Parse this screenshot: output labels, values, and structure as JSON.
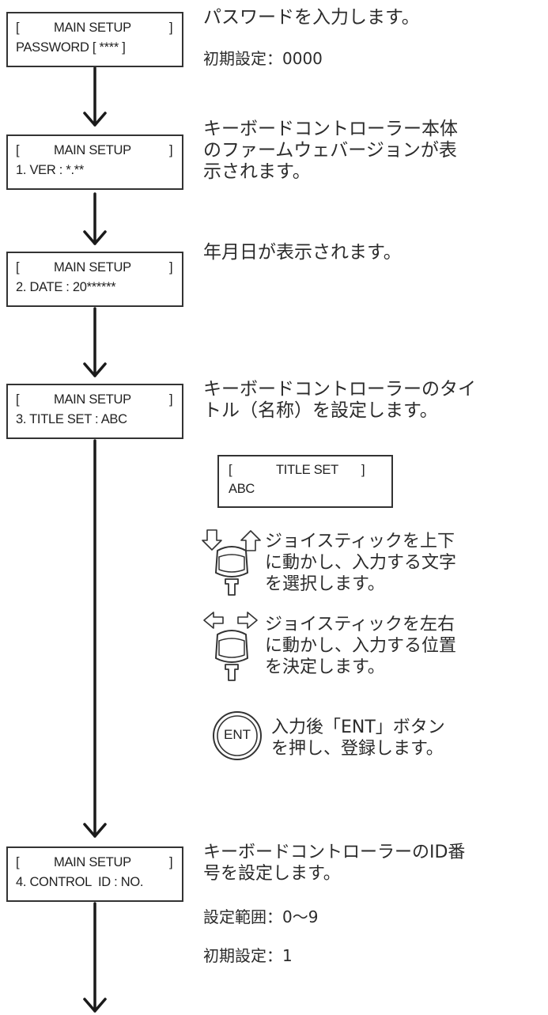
{
  "steps": [
    {
      "lcd": {
        "bracket_open": "[",
        "title": "MAIN SETUP",
        "bracket_close": "]",
        "line2": "PASSWORD [ **** ]"
      },
      "desc": "パスワードを入力します。",
      "note1": "初期設定：0000"
    },
    {
      "lcd": {
        "bracket_open": "[",
        "title": "MAIN SETUP",
        "bracket_close": "]",
        "line2": "1. VER : *.**"
      },
      "desc": "キーボードコントローラー本体\nのファームウェバージョンが表\n示されます。"
    },
    {
      "lcd": {
        "bracket_open": "[",
        "title": "MAIN SETUP",
        "bracket_close": "]",
        "line2": "2. DATE : 20******"
      },
      "desc": "年月日が表示されます。"
    },
    {
      "lcd": {
        "bracket_open": "[",
        "title": "MAIN SETUP",
        "bracket_close": "]",
        "line2": "3. TITLE SET : ABC"
      },
      "desc": "キーボードコントローラーのタイ\nトル（名称）を設定します。"
    },
    {
      "lcd": {
        "bracket_open": "[",
        "title": "MAIN SETUP",
        "bracket_close": "]",
        "line2": "4. CONTROL  ID : NO."
      },
      "desc": "キーボードコントローラーのID番\n号を設定します。",
      "note1": "設定範囲：0〜9",
      "note2": "初期設定：1"
    }
  ],
  "title_set": {
    "lcd": {
      "bracket_open": "[",
      "title": "TITLE SET",
      "bracket_close": "]",
      "line2": "ABC"
    },
    "joystick_updown": "ジョイスティックを上下\nに動かし、入力する文字\nを選択します。",
    "joystick_leftright": "ジョイスティックを左右\nに動かし、入力する位置\nを決定します。",
    "ent_label": "ENT",
    "ent_desc": "入力後「ENT」ボタン\nを押し、登録します。"
  },
  "colors": {
    "ink": "#1a1a1a",
    "text": "#2b2b2b"
  }
}
